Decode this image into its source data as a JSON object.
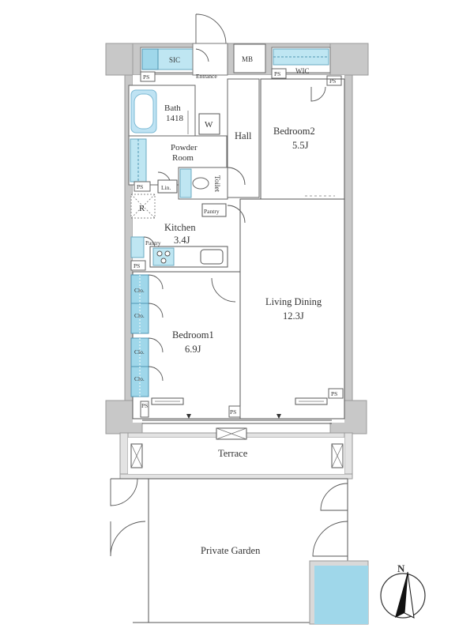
{
  "rooms": {
    "sic": "SIC",
    "entrance": "Entrance",
    "mb": "MB",
    "wic": "WIC",
    "bath_name": "Bath",
    "bath_size": "1418",
    "w": "W",
    "hall": "Hall",
    "bedroom2_name": "Bedroom2",
    "bedroom2_size": "5.5J",
    "powder_line1": "Powder",
    "powder_line2": "Room",
    "lin": "Lin.",
    "toilet": "Toilet",
    "r": "R",
    "pantry_upper": "Pantry",
    "kitchen_name": "Kitchen",
    "kitchen_size": "3.4J",
    "pantry_lower": "Pantry",
    "living_name": "Living Dining",
    "living_size": "12.3J",
    "bedroom1_name": "Bedroom1",
    "bedroom1_size": "6.9J",
    "closet": "Clo.",
    "terrace": "Terrace",
    "private_garden": "Private Garden"
  },
  "ps_label": "PS",
  "compass_label": "N",
  "colors": {
    "wall": "#c8c8c8",
    "fixture_blue": "#bfe6f2",
    "water": "#bfe3f3"
  }
}
